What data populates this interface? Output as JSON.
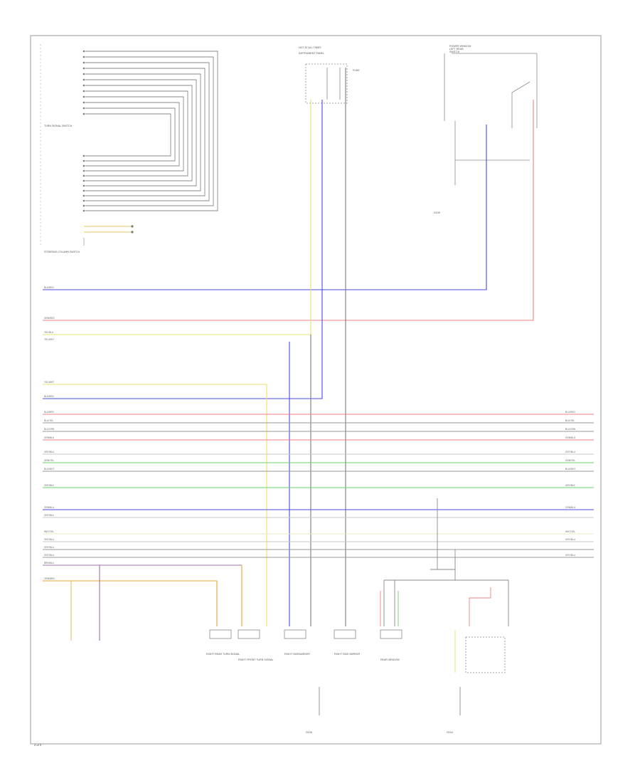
{
  "colors": {
    "border": "#9a9a9a",
    "black_wire": "#7a7a7a",
    "blue_wire": "#4a4ae0",
    "red_wire": "#f08080",
    "yellow_wire": "#e8e070",
    "green_wire": "#6cd06c",
    "orange_wire": "#f0a030",
    "violet_wire": "#a070b0",
    "gray_wire": "#c8c8c8"
  },
  "left_wire_labels": [
    "BLU/RED",
    "GRN/RED",
    "YEL/BLU",
    "YEL/WHT",
    "YEL/WHT",
    "BLU/RED",
    "BLU/RED",
    "BLU/YEL",
    "BLU/GRN",
    "GRN/BLU",
    "GRY/BLU",
    "GRN/YEL",
    "BLU/WHT",
    "GRY/BLK",
    "GRN/BLU",
    "GRY/BLK",
    "WHT/YEL",
    "GRY/BLU",
    "GRY/BLU",
    "GRY/BLU",
    "BRN/BLU",
    "ORN/BRN"
  ],
  "right_wire_labels": [
    "BLU/RED",
    "BLU/YEL",
    "BLU/GRN",
    "GRN/BLU",
    "GRY/BLU",
    "GRN/YEL",
    "BLU/WHT",
    "GRY/BLK",
    "GRN/BLU",
    "WHT/YEL",
    "GRY/BLU",
    "GRY/BLU"
  ],
  "top_labels": [
    "LEFT REAR",
    "POWER WINDOW",
    "SWITCH",
    "HOT AT ALL TIMES",
    "FUSE",
    "INSTRUMENT PANEL"
  ],
  "component_labels": [
    "TURN SIGNAL SWITCH",
    "STEERING COLUMN SWITCH",
    "RIGHT REAR TURN SIGNAL",
    "RIGHT FRONT TURN SIGNAL",
    "RIGHT SIDEMARKER",
    "RIGHT SIDE MIRROR",
    "REAR WINDOW",
    "G105",
    "G106",
    "G104"
  ],
  "page_label": "2 of 3"
}
